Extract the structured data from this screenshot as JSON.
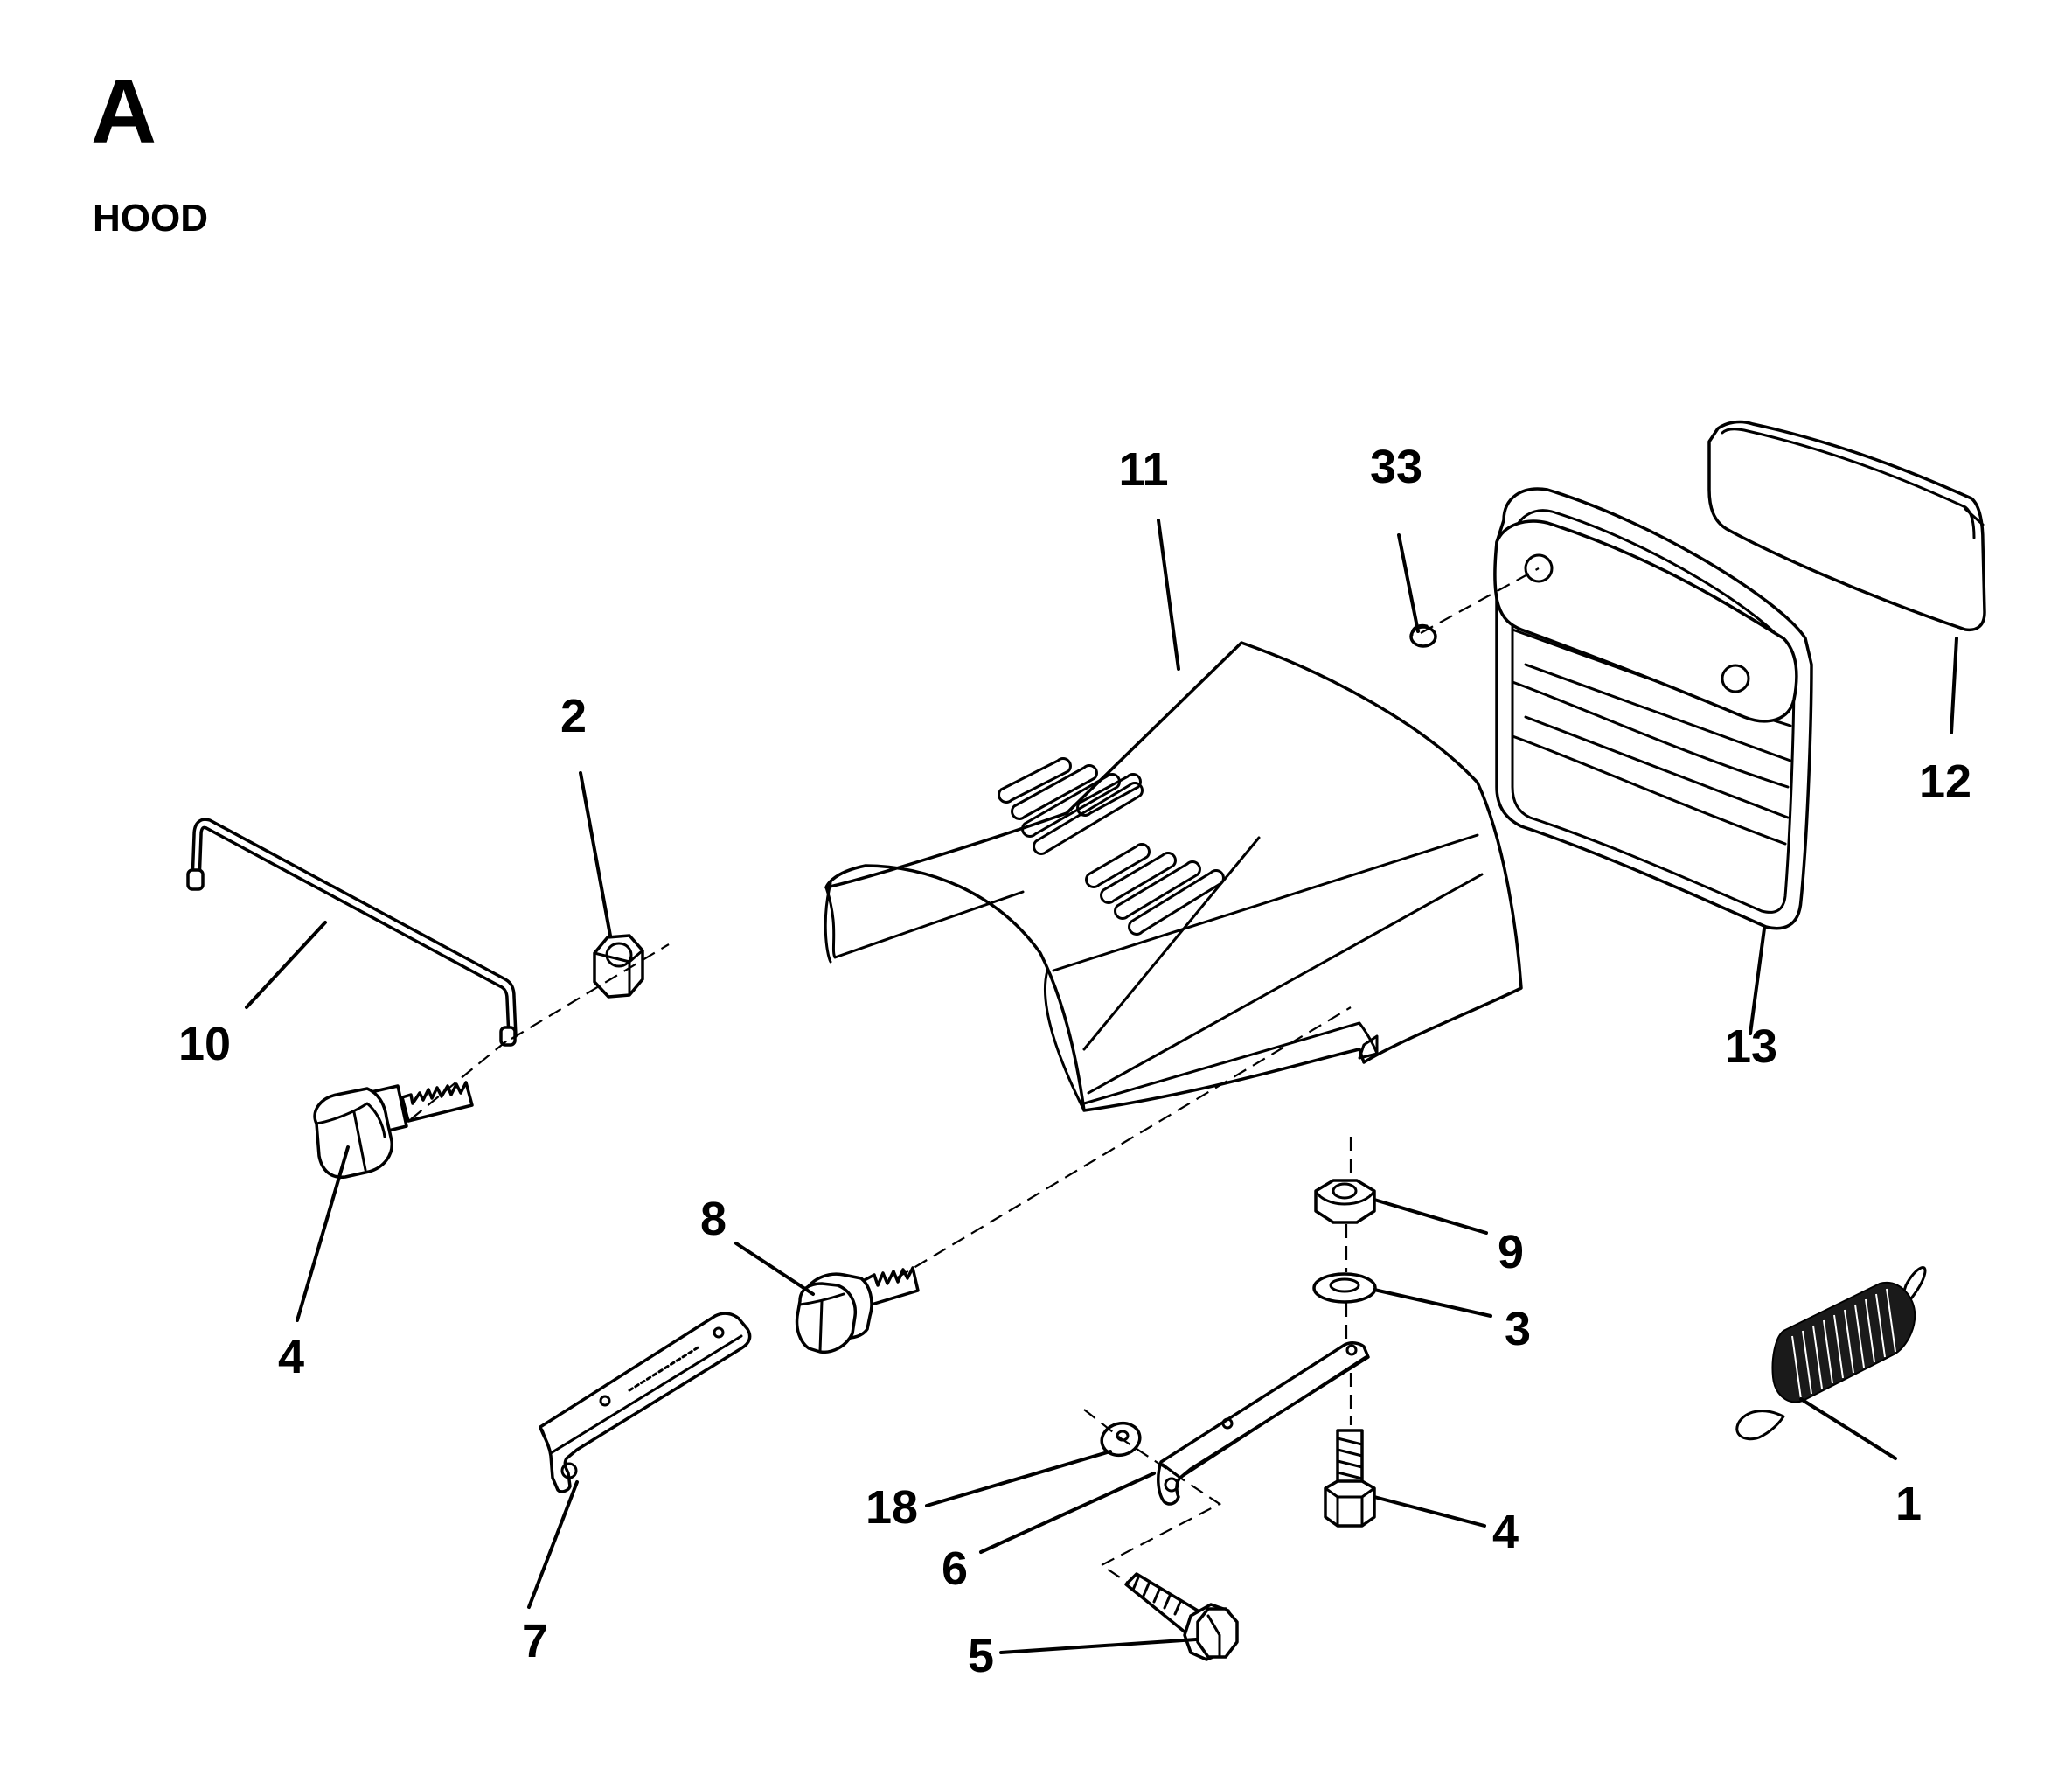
{
  "header": {
    "section_letter": "A",
    "section_name": "HOOD"
  },
  "callouts": {
    "c1": "1",
    "c2": "2",
    "c3": "3",
    "c4a": "4",
    "c4b": "4",
    "c5": "5",
    "c6": "6",
    "c7": "7",
    "c8": "8",
    "c9": "9",
    "c10": "10",
    "c11": "11",
    "c12": "12",
    "c13": "13",
    "c18": "18",
    "c33": "33"
  }
}
